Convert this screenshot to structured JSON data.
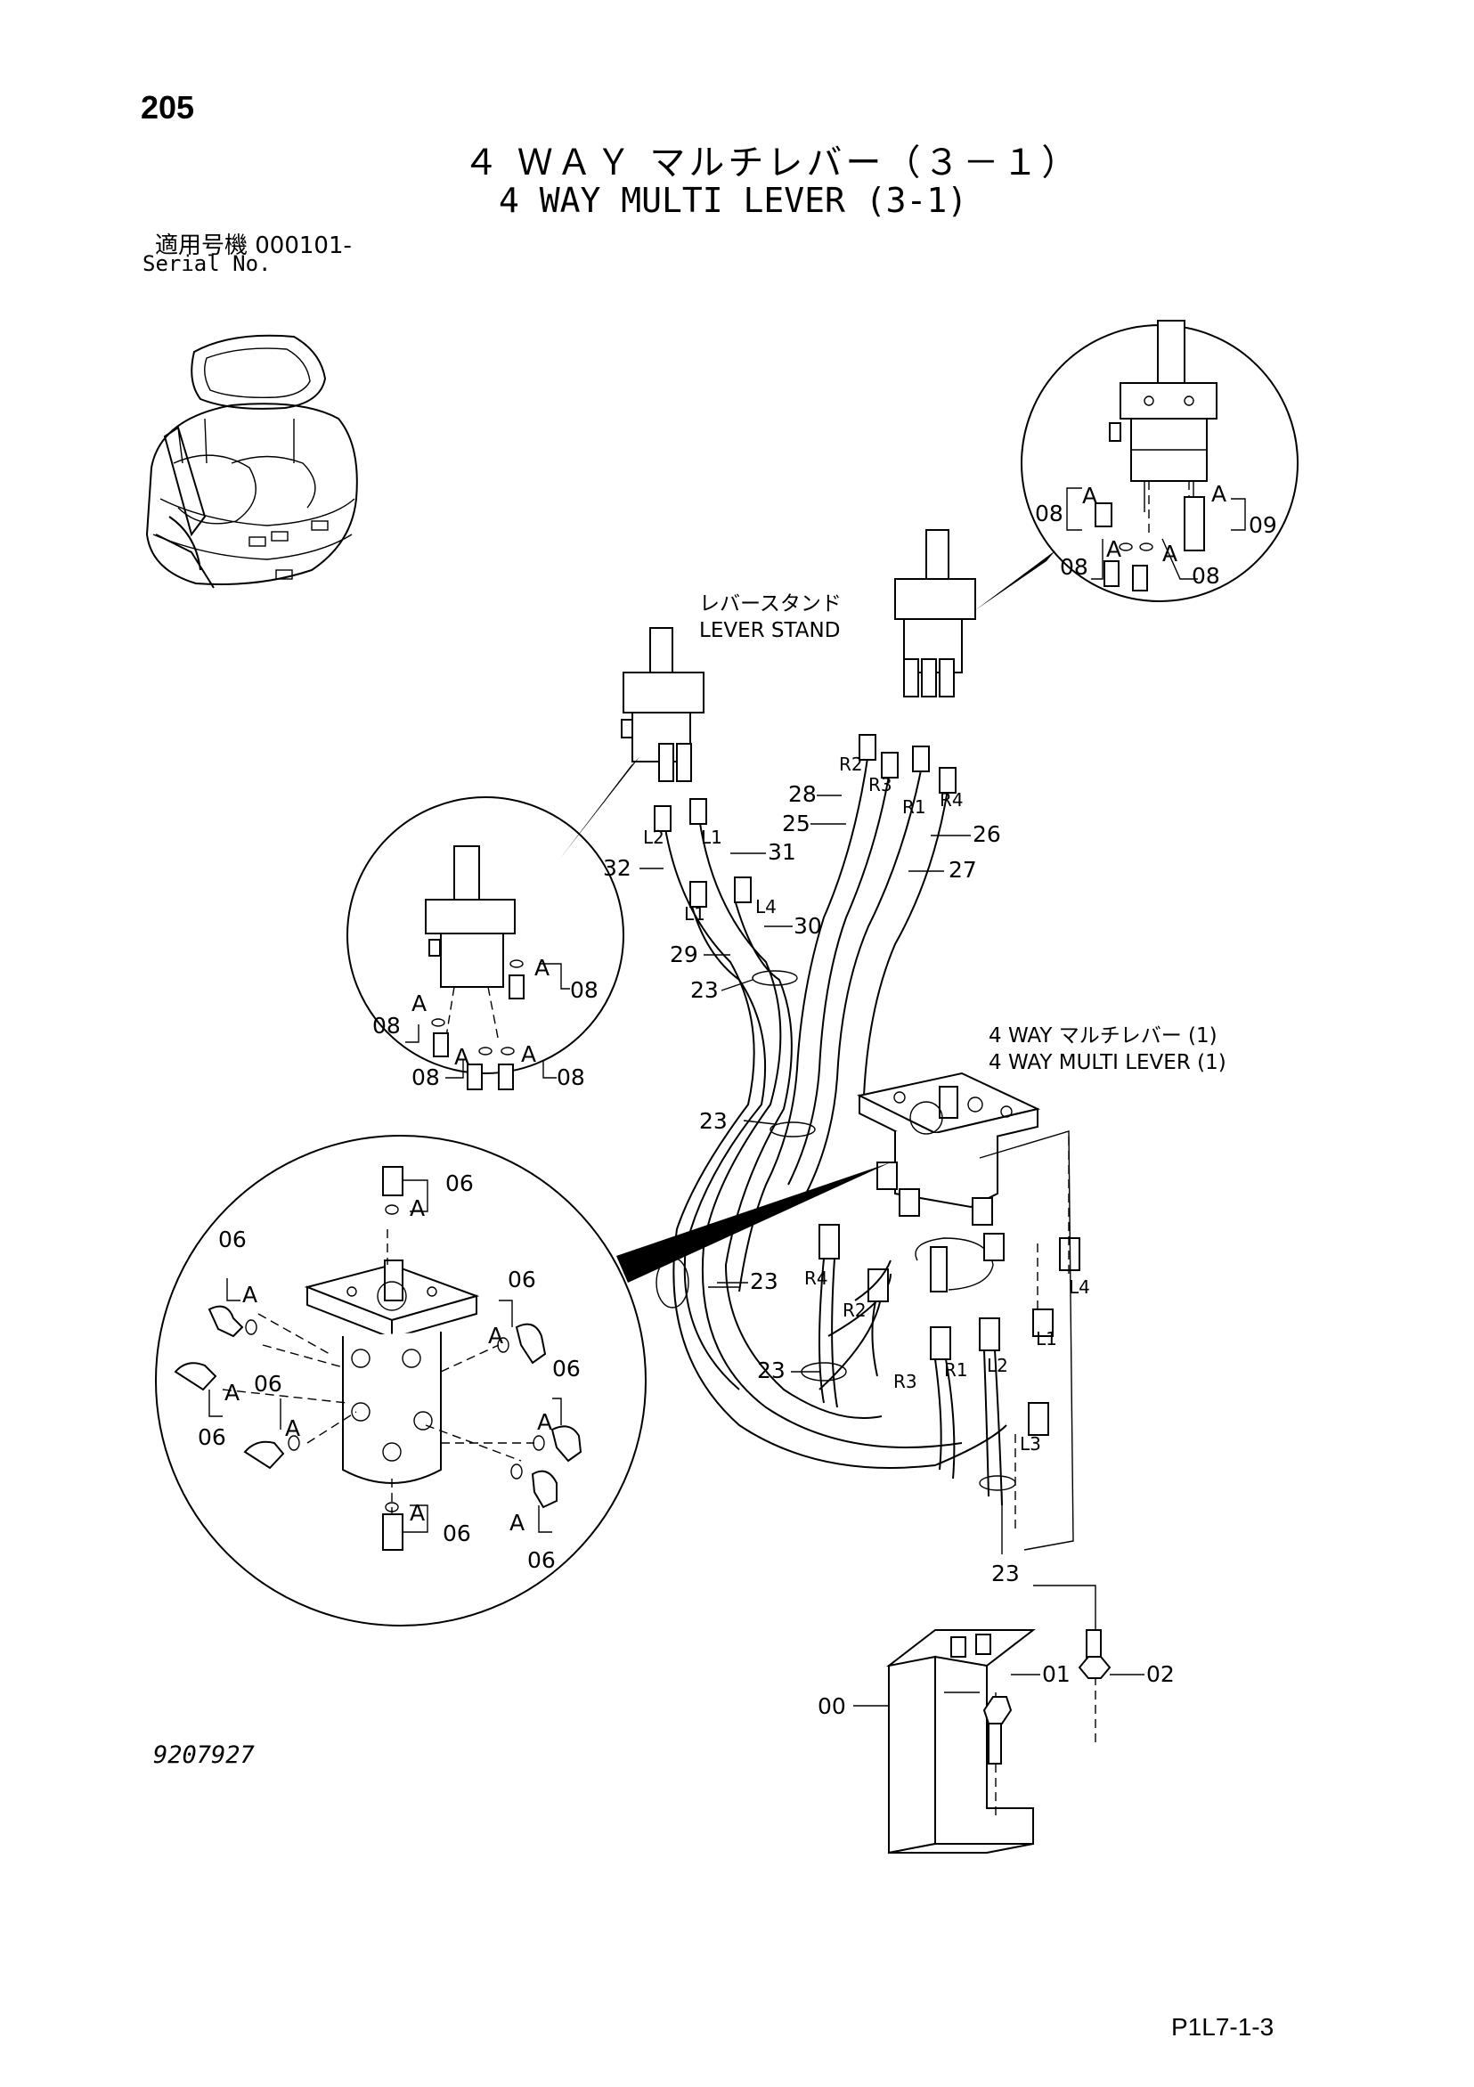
{
  "header": {
    "page_number": "205",
    "title_jp": "４ ＷＡＹ マルチレバー（３－１）",
    "title_en": "4 WAY MULTI LEVER (3-1)",
    "serial_label_jp": "適用号機 000101-",
    "serial_label_en": "Serial No."
  },
  "callouts": {
    "lever_stand_jp": "レバースタンド",
    "lever_stand_en": "LEVER STAND",
    "multi_lever_jp": "4 WAY マルチレバー (1)",
    "multi_lever_en": "4 WAY MULTI LEVER (1)"
  },
  "parts": {
    "p00": "00",
    "p01": "01",
    "p02": "02",
    "p06": "06",
    "p08": "08",
    "p09": "09",
    "p23": "23",
    "p25": "25",
    "p26": "26",
    "p27": "27",
    "p28": "28",
    "p29": "29",
    "p30": "30",
    "p31": "31",
    "p32": "32"
  },
  "port_labels": {
    "R1": "R1",
    "R2": "R2",
    "R3": "R3",
    "R4": "R4",
    "L1": "L1",
    "L2": "L2",
    "L3": "L3",
    "L4": "L4",
    "A": "A"
  },
  "footer": {
    "drawing_number": "9207927",
    "page_code": "P1L7-1-3"
  }
}
